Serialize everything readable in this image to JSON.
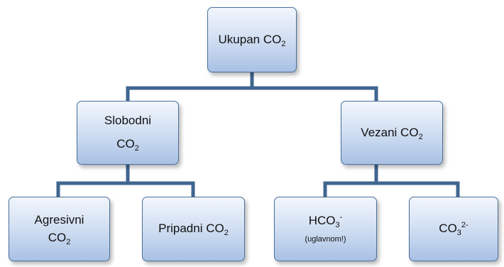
{
  "nodes": {
    "root": {
      "text": "Ukupan CO",
      "sub": "2"
    },
    "free": {
      "line1": "Slobodni",
      "line2": "CO",
      "sub": "2"
    },
    "bound": {
      "text": "Vezani CO",
      "sub": "2"
    },
    "aggressive": {
      "line1": "Agresivni",
      "line2": "CO",
      "sub": "2"
    },
    "associated": {
      "text": "Pripadni CO",
      "sub": "2"
    },
    "bicarbonate": {
      "text": "HCO",
      "sub": "3",
      "sup": "-",
      "note": "(uglavnom!)"
    },
    "carbonate": {
      "text": "CO",
      "sub": "3",
      "sup": "2-"
    }
  },
  "colors": {
    "connector": "#3f6690",
    "border": "#4a6f9a",
    "fill_top": "#f2f6fc",
    "fill_bottom": "#a9c1e4"
  }
}
